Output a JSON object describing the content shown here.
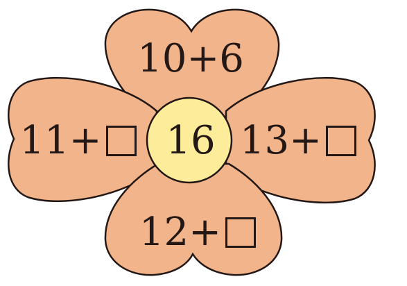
{
  "colors": {
    "petal_fill": "#f2b48b",
    "center_fill": "#fdec9a",
    "outline": "#231815"
  },
  "flower": {
    "center": {
      "value": "16"
    },
    "petals": {
      "top": {
        "expression": "10+6",
        "has_blank": false
      },
      "left": {
        "expression": "11+",
        "has_blank": true
      },
      "right": {
        "expression": "13+",
        "has_blank": true
      },
      "bottom": {
        "expression": "12+",
        "has_blank": true
      }
    }
  }
}
